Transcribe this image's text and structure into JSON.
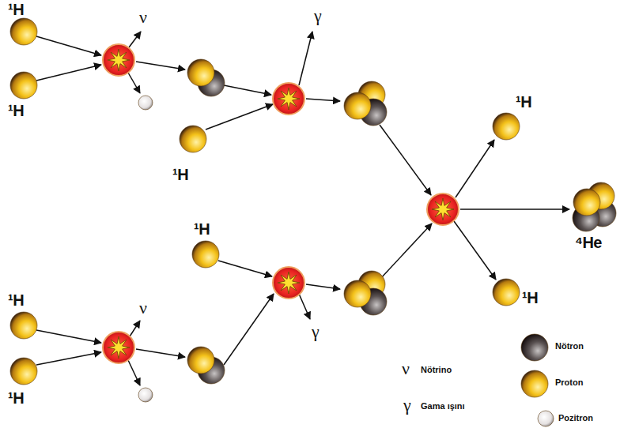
{
  "diagram": {
    "labels": [
      "¹H",
      "ν",
      "¹H",
      "γ",
      "¹H",
      "¹H",
      "⁴He",
      "¹H",
      "¹H",
      "¹H",
      "ν",
      "¹H",
      "γ",
      "ν",
      "γ"
    ],
    "legend": [
      {
        "text": "Nötron"
      },
      {
        "text": "Proton"
      },
      {
        "text": "Pozitron"
      },
      {
        "text": "Nötrino"
      },
      {
        "text": "Gama ışını"
      }
    ]
  }
}
